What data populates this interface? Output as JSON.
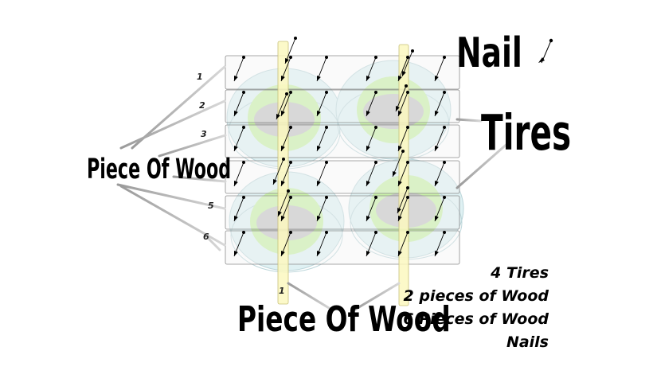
{
  "labels": {
    "nail": "Nail",
    "tires": "Tires",
    "piece_of_wood_left": "Piece Of Wood",
    "piece_of_wood_bottom": "Piece Of Wood"
  },
  "board_numbers": [
    "1",
    "2",
    "3",
    "5",
    "6"
  ],
  "post_number": "1",
  "materials": [
    "4 Tires",
    "2 pieces of Wood",
    "6 Pieces of Wood",
    "Nails"
  ],
  "colors": {
    "tire_outer": "#dff1f3",
    "tire_green": "#c8f0a8",
    "tire_gray": "#c4c4c4",
    "board_fill": "#f3f3f3",
    "board_stroke": "#8c8c8c",
    "post_fill": "#fbf8c0",
    "post_stroke": "#c8c07a",
    "nail": "#000000",
    "leader_line": "#c4c4c4"
  }
}
